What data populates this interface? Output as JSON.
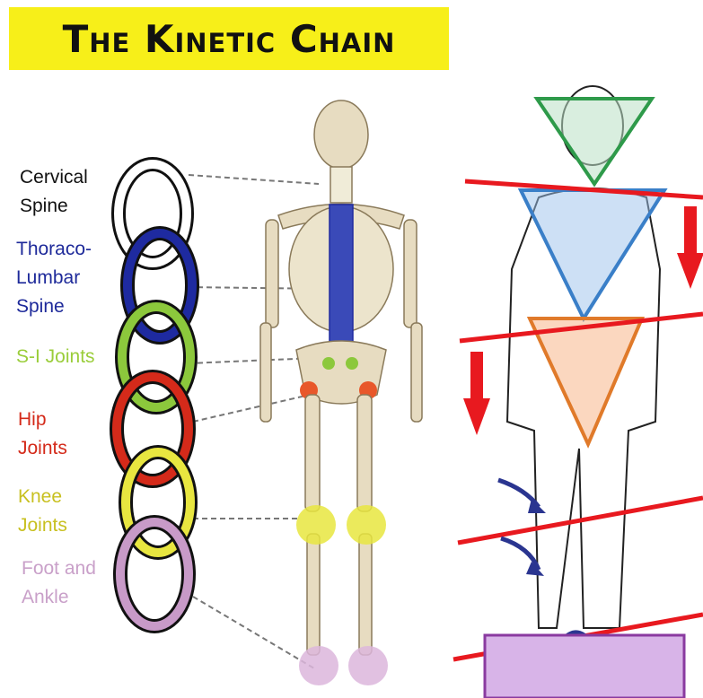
{
  "title": "The Kinetic Chain",
  "colors": {
    "title_band": "#f7ef19",
    "cervical": "#ffffff",
    "thoraco_lumbar": "#1e2aa0",
    "si": "#8cc83c",
    "hip": "#d42a1a",
    "knee": "#e8e640",
    "foot": "#c89ac8",
    "red_line": "#e8191f",
    "arrow_blue": "#2a3590",
    "tri_green": "#2e9a4a",
    "tri_blue": "#3a7fc8",
    "tri_orange": "#e07a2a",
    "box_purple": "#8a3aa0"
  },
  "labels": {
    "cervical": [
      "Cervical",
      "Spine"
    ],
    "thoraco_lumbar": [
      "Thoraco-",
      "Lumbar",
      "Spine"
    ],
    "si": [
      "S-I Joints"
    ],
    "hip": [
      "Hip",
      "Joints"
    ],
    "knee": [
      "Knee",
      "Joints"
    ],
    "foot": [
      "Foot and",
      "Ankle"
    ]
  },
  "label_colors": {
    "cervical": "#111111",
    "thoraco_lumbar": "#1e2a9a",
    "si": "#9acd3a",
    "hip": "#d42a1a",
    "knee": "#c8c020",
    "foot": "#c9a0c9"
  }
}
